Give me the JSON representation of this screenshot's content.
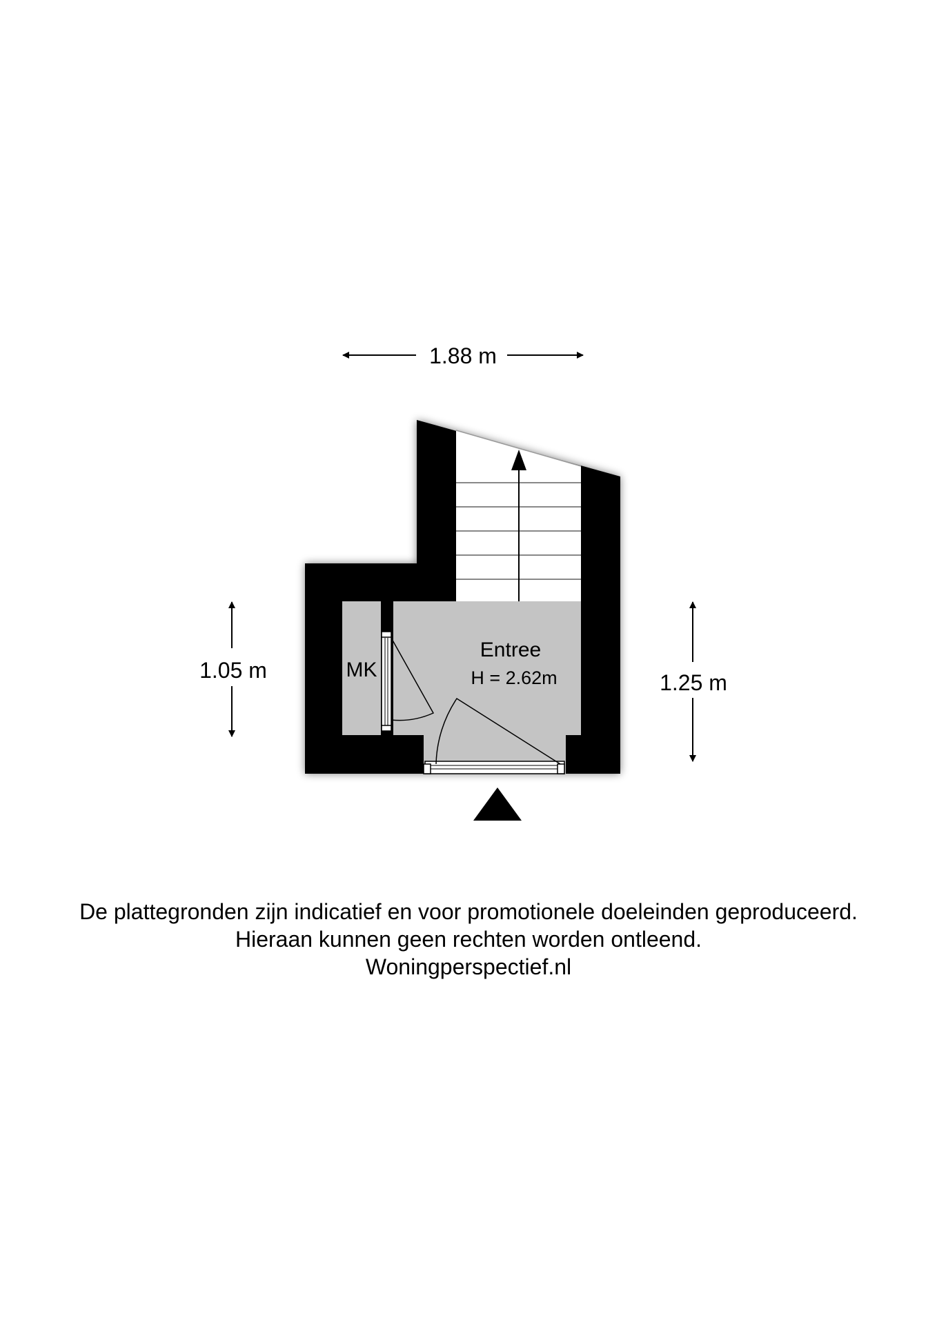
{
  "dimensions": {
    "width": "1.88 m",
    "left_height": "1.05 m",
    "right_height": "1.25 m"
  },
  "rooms": {
    "entree_label": "Entree",
    "entree_height": "H = 2.62m",
    "meterkast_label": "MK"
  },
  "disclaimer": {
    "line1": "De plattegronden zijn indicatief en voor promotionele doeleinden geproduceerd.",
    "line2": "Hieraan kunnen geen rechten worden ontleend.",
    "line3": "Woningperspectief.nl"
  },
  "colors": {
    "wall": "#000000",
    "floor": "#c4c4c4",
    "background": "#ffffff"
  }
}
